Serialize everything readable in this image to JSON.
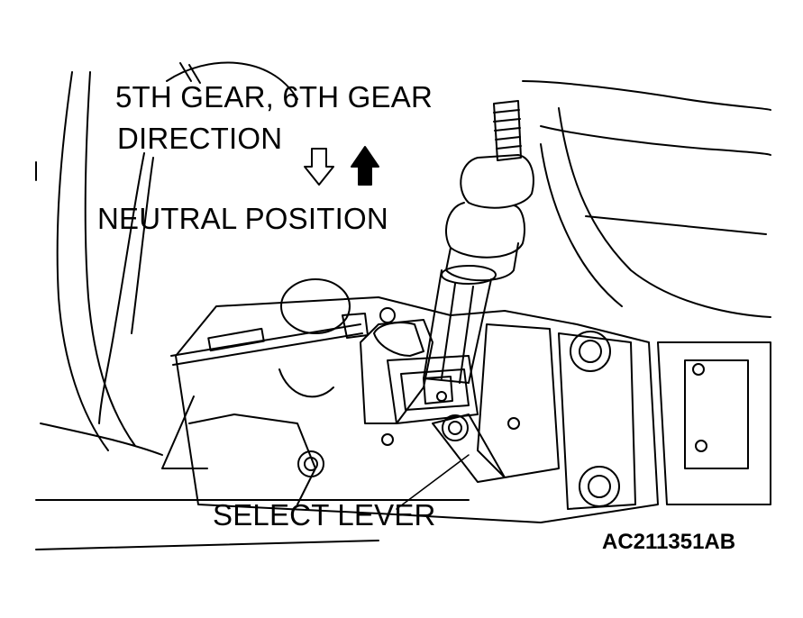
{
  "labels": {
    "direction_line1": "5TH GEAR, 6TH GEAR",
    "direction_line2": "DIRECTION",
    "neutral": "NEUTRAL POSITION",
    "select_lever": "SELECT LEVER",
    "figure_code": "AC211351AB"
  },
  "colors": {
    "ink": "#000000",
    "paper": "#ffffff"
  },
  "arrows": {
    "hollow": "arrow-down-icon",
    "solid": "arrow-up-icon"
  }
}
